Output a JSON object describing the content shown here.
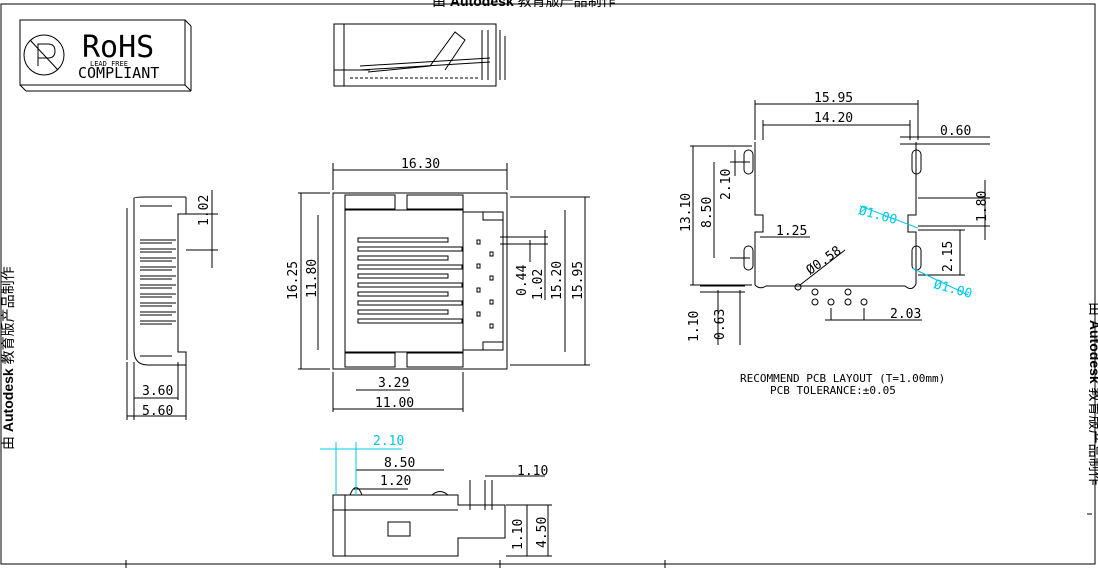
{
  "watermark": {
    "prefix": "由",
    "brand": "Autodesk",
    "suffix": "教育版产品制作"
  },
  "rohs": {
    "title": "RoHS",
    "subtitle": "LEAD FREE",
    "compliant": "COMPLIANT"
  },
  "front_view": {
    "dims": [
      "16.30",
      "16.25",
      "11.80",
      "0.44",
      "1.02",
      "15.20",
      "15.95",
      "3.29",
      "11.00"
    ]
  },
  "side_view": {
    "dims": [
      "1.02",
      "3.60",
      "5.60"
    ]
  },
  "bottom_view": {
    "dims": [
      "2.10",
      "8.50",
      "1.20",
      "1.10",
      "1.10",
      "4.50"
    ]
  },
  "pcb_layout": {
    "dims": [
      "15.95",
      "14.20",
      "0.60",
      "13.10",
      "8.50",
      "2.10",
      "1.25",
      "Ø0.58",
      "Ø1.00",
      "1.80",
      "2.15",
      "Ø1.00",
      "2.03",
      "1.10",
      "0.63"
    ],
    "note_line1": "RECOMMEND PCB LAYOUT (T=1.00mm)",
    "note_line2": "PCB TOLERANCE:±0.05"
  },
  "colors": {
    "line": "#000000",
    "highlight": "#00c8e6"
  }
}
